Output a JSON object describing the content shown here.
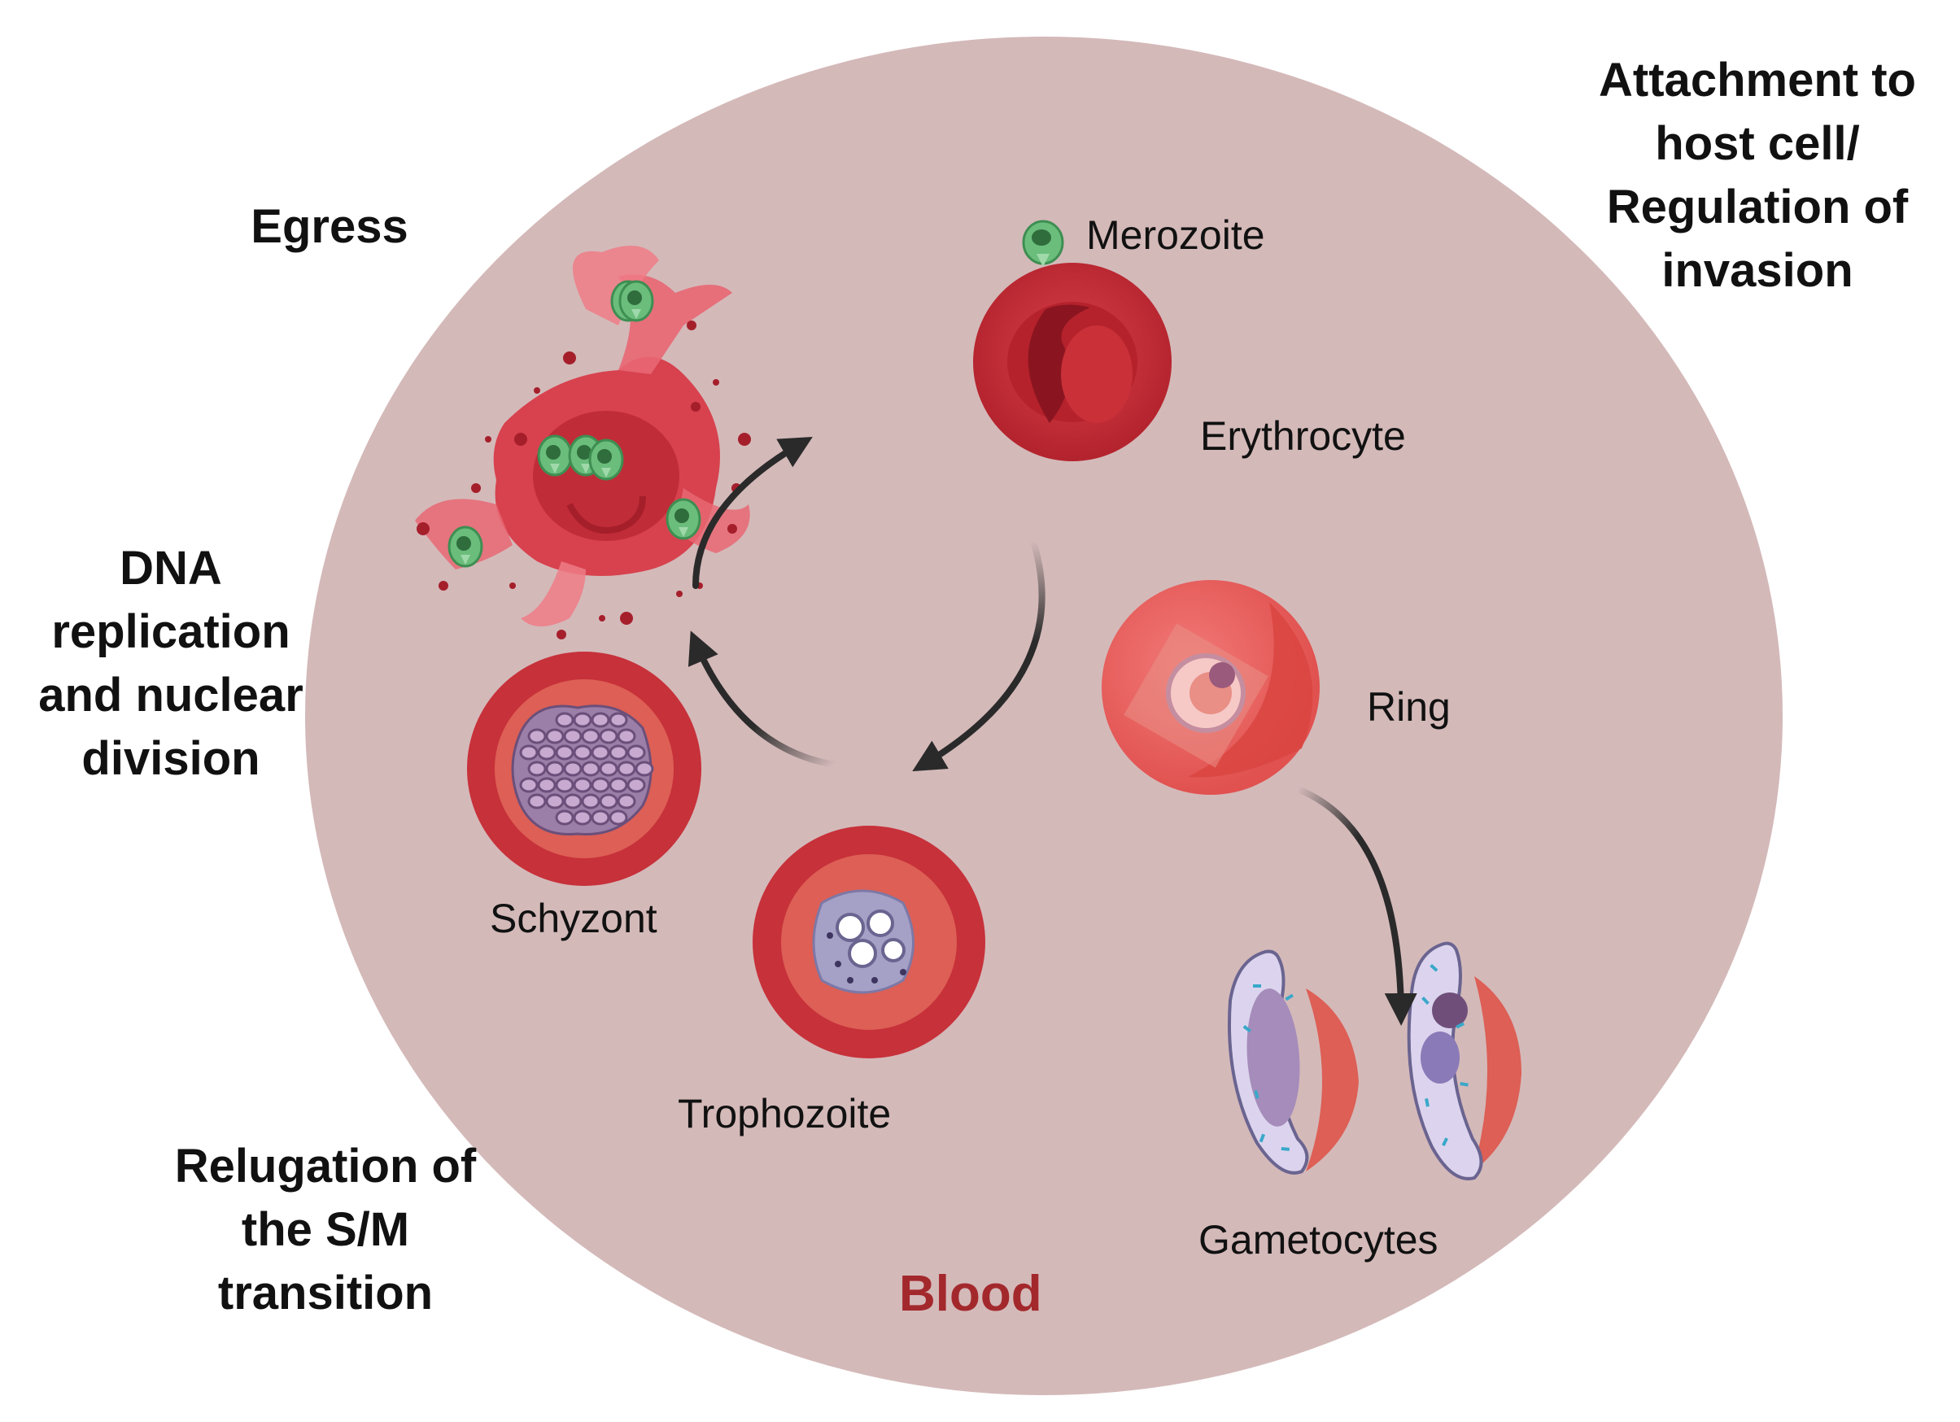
{
  "region_label": "Blood",
  "stages": {
    "merozoite": "Merozoite",
    "erythrocyte": "Erythrocyte",
    "ring": "Ring",
    "trophozoite": "Trophozoite",
    "schyzont": "Schyzont",
    "gametocytes": "Gametocytes"
  },
  "processes": {
    "attachment": "Attachment to host cell/ Regulation of invasion",
    "egress": "Egress",
    "dna": "DNA replication and nuclear division",
    "relugation": "Relugation of the S/M transition"
  },
  "colors": {
    "background_circle": "#d4b9b9",
    "rbc_outer": "#c7313a",
    "rbc_inner": "#dd5f55",
    "parasite": "#a5a0c6",
    "merozoite": "#6bbd7c",
    "arrow": "#2a2a2a",
    "blood_text": "#a3282c"
  }
}
